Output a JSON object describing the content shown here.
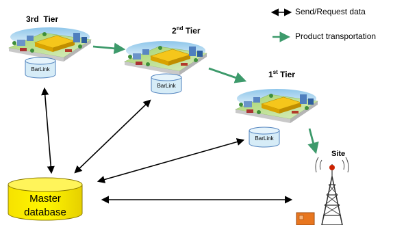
{
  "legend": {
    "send_request": "Send/Request data",
    "product_transport": "Product transportation"
  },
  "tiers": {
    "third": {
      "num": "3rd",
      "sup": "",
      "word": "Tier"
    },
    "second": {
      "num": "2",
      "sup": "nd",
      "word": "Tier"
    },
    "first": {
      "num": "1",
      "sup": "st",
      "word": "Tier"
    }
  },
  "barlink_label": "BarLink",
  "master_database": {
    "line1": "Master",
    "line2": "database"
  },
  "site_label": "Site",
  "colors": {
    "green_arrow": "#3d9a6b",
    "black_arrow": "#000000",
    "master_fill": "#ffee00",
    "barlink_fill": "#d6ecf7",
    "barlink_stroke": "#4f81bd",
    "tower_red": "#cc2200",
    "building_orange": "#e8761f"
  }
}
